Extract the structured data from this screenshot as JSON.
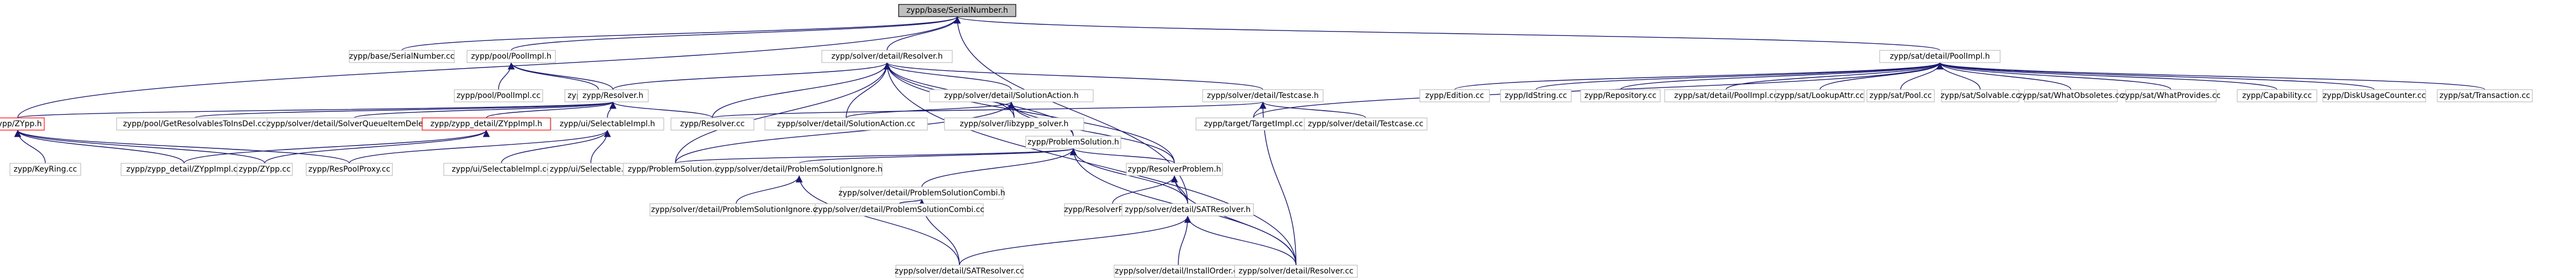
{
  "graph": {
    "nodes": [
      {
        "id": "root",
        "label": "zypp/base/SerialNumber.h",
        "style": "root"
      },
      {
        "id": "serialnumber_cc",
        "label": "zypp/base/SerialNumber.cc"
      },
      {
        "id": "pool_poolimpl_h",
        "label": "zypp/pool/PoolImpl.h"
      },
      {
        "id": "resolver_detail_h",
        "label": "zypp/solver/detail/Resolver.h"
      },
      {
        "id": "sat_poolimpl_h",
        "label": "zypp/sat/detail/PoolImpl.h"
      },
      {
        "id": "pool_poolimpl_cc",
        "label": "zypp/pool/PoolImpl.cc"
      },
      {
        "id": "respool_cc",
        "label": "zypp/ResPool.cc"
      },
      {
        "id": "zypp_resolver_h",
        "label": "zypp/Resolver.h"
      },
      {
        "id": "solutionaction_h",
        "label": "zypp/solver/detail/SolutionAction.h"
      },
      {
        "id": "testcase_h",
        "label": "zypp/solver/detail/Testcase.h"
      },
      {
        "id": "zypp_h",
        "label": "zypp/ZYpp.h",
        "style": "red"
      },
      {
        "id": "getresolvables_cc",
        "label": "zypp/pool/GetResolvablesToInsDel.cc"
      },
      {
        "id": "solverqueue_cc",
        "label": "zypp/solver/detail/SolverQueueItemDelete.cc"
      },
      {
        "id": "zyppimpl_h",
        "label": "zypp/zypp_detail/ZYppImpl.h",
        "style": "red"
      },
      {
        "id": "selectableimpl_h",
        "label": "zypp/ui/SelectableImpl.h"
      },
      {
        "id": "resolver_cc",
        "label": "zypp/Resolver.cc"
      },
      {
        "id": "solutionaction_cc",
        "label": "zypp/solver/detail/SolutionAction.cc"
      },
      {
        "id": "libzypp_solver_h",
        "label": "zypp/solver/libzypp_solver.h"
      },
      {
        "id": "targetimpl_cc",
        "label": "zypp/target/TargetImpl.cc"
      },
      {
        "id": "testcase_cc",
        "label": "zypp/solver/detail/Testcase.cc"
      },
      {
        "id": "problemsolution_h",
        "label": "zypp/ProblemSolution.h"
      },
      {
        "id": "keyring_cc",
        "label": "zypp/KeyRing.cc"
      },
      {
        "id": "zyppimpl_cc",
        "label": "zypp/zypp_detail/ZYppImpl.cc"
      },
      {
        "id": "zypp_cc",
        "label": "zypp/ZYpp.cc"
      },
      {
        "id": "respoolproxy_cc",
        "label": "zypp/ResPoolProxy.cc"
      },
      {
        "id": "selectableimpl_cc",
        "label": "zypp/ui/SelectableImpl.cc"
      },
      {
        "id": "selectable_cc",
        "label": "zypp/ui/Selectable.cc"
      },
      {
        "id": "problemsolution_cc",
        "label": "zypp/ProblemSolution.cc"
      },
      {
        "id": "psignore_h",
        "label": "zypp/solver/detail/ProblemSolutionIgnore.h"
      },
      {
        "id": "pscombi_h",
        "label": "zypp/solver/detail/ProblemSolutionCombi.h"
      },
      {
        "id": "resolverproblem_h",
        "label": "zypp/ResolverProblem.h"
      },
      {
        "id": "psignore_cc",
        "label": "zypp/solver/detail/ProblemSolutionIgnore.cc"
      },
      {
        "id": "pscombi_cc",
        "label": "zypp/solver/detail/ProblemSolutionCombi.cc"
      },
      {
        "id": "resolverproblem_cc",
        "label": "zypp/ResolverProblem.cc"
      },
      {
        "id": "satresolver_h",
        "label": "zypp/solver/detail/SATResolver.h"
      },
      {
        "id": "satresolver_cc",
        "label": "zypp/solver/detail/SATResolver.cc"
      },
      {
        "id": "installorder_cc",
        "label": "zypp/solver/detail/InstallOrder.cc"
      },
      {
        "id": "resolver_detail_cc",
        "label": "zypp/solver/detail/Resolver.cc"
      },
      {
        "id": "edition_cc",
        "label": "zypp/Edition.cc"
      },
      {
        "id": "idstring_cc",
        "label": "zypp/IdString.cc"
      },
      {
        "id": "repository_cc",
        "label": "zypp/Repository.cc"
      },
      {
        "id": "sat_poolimpl_cc",
        "label": "zypp/sat/detail/PoolImpl.cc"
      },
      {
        "id": "lookupattr_cc",
        "label": "zypp/sat/LookupAttr.cc"
      },
      {
        "id": "sat_pool_cc",
        "label": "zypp/sat/Pool.cc"
      },
      {
        "id": "solvable_cc",
        "label": "zypp/sat/Solvable.cc"
      },
      {
        "id": "whatobsoletes_cc",
        "label": "zypp/sat/WhatObsoletes.cc"
      },
      {
        "id": "whatprovides_cc",
        "label": "zypp/sat/WhatProvides.cc"
      },
      {
        "id": "capability_cc",
        "label": "zypp/Capability.cc"
      },
      {
        "id": "diskusage_cc",
        "label": "zypp/DiskUsageCounter.cc"
      },
      {
        "id": "transaction_cc",
        "label": "zypp/sat/Transaction.cc"
      }
    ],
    "edges": [
      [
        "serialnumber_cc",
        "root"
      ],
      [
        "pool_poolimpl_h",
        "root"
      ],
      [
        "resolver_detail_h",
        "root"
      ],
      [
        "sat_poolimpl_h",
        "root"
      ],
      [
        "zypp_h",
        "root"
      ],
      [
        "satresolver_h",
        "root"
      ],
      [
        "pool_poolimpl_cc",
        "pool_poolimpl_h"
      ],
      [
        "respool_cc",
        "pool_poolimpl_h"
      ],
      [
        "zypp_resolver_h",
        "pool_poolimpl_h"
      ],
      [
        "zypp_resolver_h",
        "resolver_detail_h"
      ],
      [
        "solutionaction_h",
        "resolver_detail_h"
      ],
      [
        "testcase_h",
        "resolver_detail_h"
      ],
      [
        "resolver_cc",
        "resolver_detail_h"
      ],
      [
        "solutionaction_cc",
        "resolver_detail_h"
      ],
      [
        "libzypp_solver_h",
        "resolver_detail_h"
      ],
      [
        "problemsolution_h",
        "resolver_detail_h"
      ],
      [
        "problemsolution_cc",
        "resolver_detail_h"
      ],
      [
        "resolverproblem_h",
        "resolver_detail_h"
      ],
      [
        "resolver_detail_cc",
        "resolver_detail_h"
      ],
      [
        "zypp_h",
        "zypp_resolver_h"
      ],
      [
        "getresolvables_cc",
        "zypp_resolver_h"
      ],
      [
        "solverqueue_cc",
        "zypp_resolver_h"
      ],
      [
        "zyppimpl_h",
        "zypp_resolver_h"
      ],
      [
        "selectableimpl_h",
        "zypp_resolver_h"
      ],
      [
        "resolver_cc",
        "zypp_resolver_h"
      ],
      [
        "solutionaction_cc",
        "solutionaction_h"
      ],
      [
        "libzypp_solver_h",
        "solutionaction_h"
      ],
      [
        "problemsolution_h",
        "solutionaction_h"
      ],
      [
        "problemsolution_cc",
        "solutionaction_h"
      ],
      [
        "resolverproblem_h",
        "solutionaction_h"
      ],
      [
        "resolver_cc",
        "testcase_h"
      ],
      [
        "targetimpl_cc",
        "testcase_h"
      ],
      [
        "testcase_cc",
        "testcase_h"
      ],
      [
        "resolver_detail_cc",
        "testcase_h"
      ],
      [
        "keyring_cc",
        "zypp_h"
      ],
      [
        "zyppimpl_cc",
        "zypp_h"
      ],
      [
        "zypp_cc",
        "zypp_h"
      ],
      [
        "respoolproxy_cc",
        "zypp_h"
      ],
      [
        "zyppimpl_cc",
        "zyppimpl_h"
      ],
      [
        "zypp_cc",
        "zyppimpl_h"
      ],
      [
        "selectableimpl_cc",
        "selectableimpl_h"
      ],
      [
        "selectable_cc",
        "selectableimpl_h"
      ],
      [
        "respoolproxy_cc",
        "selectableimpl_h"
      ],
      [
        "psignore_h",
        "problemsolution_h"
      ],
      [
        "pscombi_h",
        "problemsolution_h"
      ],
      [
        "resolverproblem_h",
        "problemsolution_h"
      ],
      [
        "problemsolution_cc",
        "problemsolution_h"
      ],
      [
        "satresolver_h",
        "problemsolution_h"
      ],
      [
        "resolver_detail_cc",
        "problemsolution_h"
      ],
      [
        "psignore_cc",
        "psignore_h"
      ],
      [
        "satresolver_cc",
        "psignore_h"
      ],
      [
        "pscombi_cc",
        "pscombi_h"
      ],
      [
        "satresolver_cc",
        "pscombi_h"
      ],
      [
        "resolverproblem_cc",
        "resolverproblem_h"
      ],
      [
        "satresolver_h",
        "resolverproblem_h"
      ],
      [
        "resolver_detail_cc",
        "resolverproblem_h"
      ],
      [
        "satresolver_cc",
        "satresolver_h"
      ],
      [
        "installorder_cc",
        "satresolver_h"
      ],
      [
        "resolver_detail_cc",
        "satresolver_h"
      ],
      [
        "edition_cc",
        "sat_poolimpl_h"
      ],
      [
        "idstring_cc",
        "sat_poolimpl_h"
      ],
      [
        "repository_cc",
        "sat_poolimpl_h"
      ],
      [
        "sat_poolimpl_cc",
        "sat_poolimpl_h"
      ],
      [
        "lookupattr_cc",
        "sat_poolimpl_h"
      ],
      [
        "sat_pool_cc",
        "sat_poolimpl_h"
      ],
      [
        "solvable_cc",
        "sat_poolimpl_h"
      ],
      [
        "whatobsoletes_cc",
        "sat_poolimpl_h"
      ],
      [
        "whatprovides_cc",
        "sat_poolimpl_h"
      ],
      [
        "capability_cc",
        "sat_poolimpl_h"
      ],
      [
        "diskusage_cc",
        "sat_poolimpl_h"
      ],
      [
        "transaction_cc",
        "sat_poolimpl_h"
      ],
      [
        "targetimpl_cc",
        "sat_poolimpl_h"
      ]
    ]
  },
  "colors": {
    "edge": "#191970",
    "node_border": "#bfbfbf",
    "root_fill": "#bfbfbf",
    "root_border": "#000000",
    "highlight_border": "#ff0000"
  }
}
